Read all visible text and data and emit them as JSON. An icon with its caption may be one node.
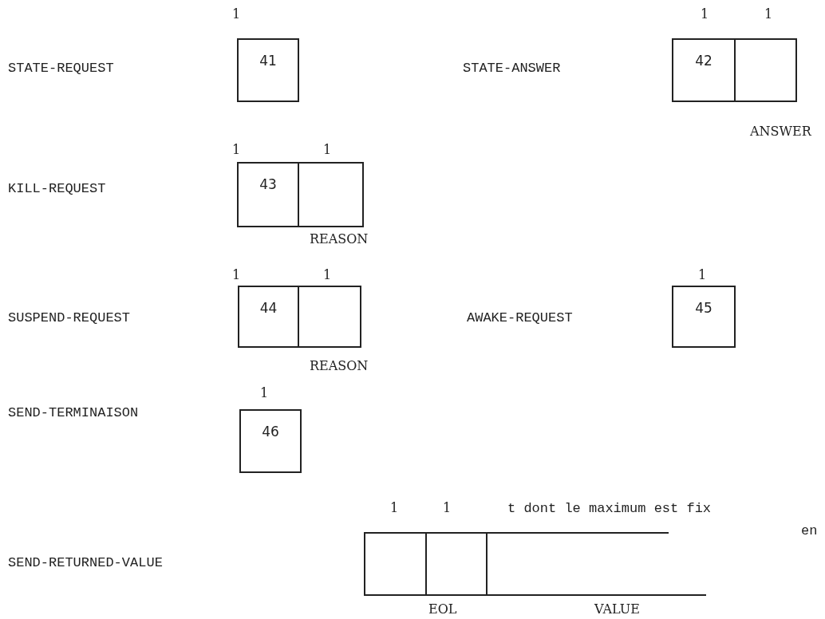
{
  "diagram": {
    "nodes": [
      {
        "text": [
          "41"
        ],
        "beside": [
          "1"
        ]
      },
      {
        "text": [
          "42"
        ],
        "beside": [
          "1"
        ]
      },
      {
        "text": [],
        "shape": "box",
        "beside": [
          "1",
          "ANSWER"
        ]
      },
      {
        "text": [
          "43"
        ],
        "beside": [
          "1"
        ]
      },
      {
        "text": [],
        "shape": "box",
        "beside": [
          "1",
          "REASON"
        ]
      },
      {
        "text": [
          "44"
        ],
        "beside": [
          "1"
        ]
      },
      {
        "text": [],
        "shape": "box",
        "beside": [
          "1",
          "REASON"
        ]
      },
      {
        "text": [
          "45"
        ],
        "beside": [
          "1"
        ]
      },
      {
        "text": [
          "46"
        ],
        "beside": [
          "1"
        ]
      },
      {
        "text": [],
        "shape": "box",
        "beside": [
          "1"
        ]
      },
      {
        "text": [],
        "shape": "box",
        "beside": [
          "1",
          "EOL"
        ]
      },
      {
        "text": [],
        "shape": "box",
        "beside": [
          "VALUE"
        ]
      }
    ],
    "edges": [],
    "labels": [
      "STATE-REQUEST",
      "STATE-ANSWER",
      "KILL-REQUEST",
      "SUSPEND-REQUEST",
      "AWAKE-REQUEST",
      "SEND-TERMINAISON",
      "t dont le maximum est fix",
      "en",
      "SEND-RETURNED-VALUE"
    ]
  }
}
